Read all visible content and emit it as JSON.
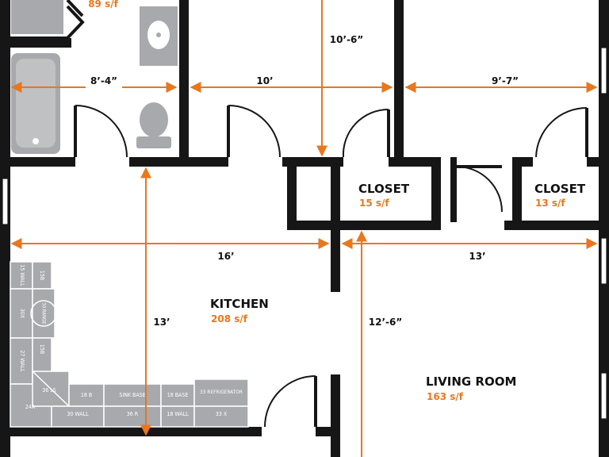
{
  "colors": {
    "wall": "#161616",
    "dimension": "#e8771e",
    "fixture": "#a7a9ac",
    "label": "#111111"
  },
  "rooms": {
    "bath_area": "89 s/f",
    "closet_1": {
      "name": "CLOSET",
      "area": "15 s/f"
    },
    "closet_2": {
      "name": "CLOSET",
      "area": "13 s/f"
    },
    "kitchen": {
      "name": "KITCHEN",
      "area": "208 s/f"
    },
    "living": {
      "name": "LIVING ROOM",
      "area": "163 s/f"
    }
  },
  "dimensions": {
    "bath_width": "8’-4”",
    "bedroom1_width": "10’",
    "bedroom1_depth": "10’-6”",
    "bedroom2_width": "9’-7”",
    "kitchen_width": "16’",
    "kitchen_depth": "13’",
    "living_width": "13’",
    "living_depth": "12’-6”"
  },
  "cabinets": {
    "wall_15": "15 WALL",
    "base_15": "15B",
    "base_30": "30X",
    "range": "30 RANGE",
    "wall_27": "27 WALL",
    "base_15b": "15B",
    "corner_24": "24A",
    "ls_36": "36 LS",
    "base_18": "18 B",
    "sink_base": "SINK BASE",
    "base_18b": "18 BASE",
    "refrigerator": "33 REFRIGERATOR",
    "wall_30": "30 WALL",
    "r_36": "36 R",
    "wall_18": "18 WALL",
    "x_33": "33 X"
  }
}
